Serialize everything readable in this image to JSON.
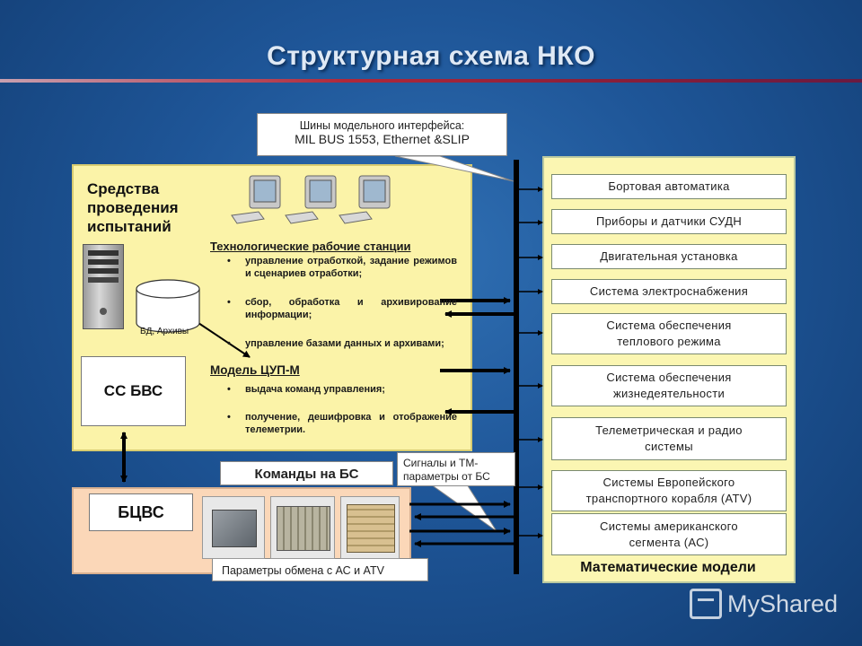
{
  "title": "Структурная схема НКО",
  "callouts": {
    "bus": [
      "Шины модельного интерфейса:",
      "MIL BUS 1553, Ethernet &SLIP"
    ],
    "signals": [
      "Сигналы и ТМ-",
      "параметры от БС"
    ],
    "commands": "Команды на БС",
    "params": "Параметры обмена с АС  и ATV"
  },
  "left_panel": {
    "heading": [
      "Средства",
      "проведения",
      "испытаний"
    ],
    "db_label": "БД, Архивы",
    "workstations_title": "Технологические рабочие станции",
    "workstations_items": [
      "управление отработкой, задание режимов и сценариев отработки;",
      "сбор, обработка и архивирование информации;",
      "управление базами данных и архивами;"
    ],
    "model_title": "Модель ЦУП-М",
    "model_items": [
      "выдача команд управления;",
      "получение, дешифровка и отображение телеметрии."
    ],
    "ss_bvs": "СС БВС"
  },
  "bottom_panel": {
    "label": "БЦВС"
  },
  "right_panel": {
    "items": [
      "Бортовая автоматика",
      "Приборы и датчики СУДН",
      "Двигательная установка",
      "Система электроснабжения",
      "Система обеспечения теплового режима",
      "Система обеспечения жизнедеятельности",
      "Телеметрическая и радио системы",
      "Системы Европейского транспортного корабля (ATV)",
      "Системы американского сегмента (АС)"
    ],
    "footer": "Математические модели"
  },
  "watermark": "MyShared",
  "colors": {
    "background": "#1e5597",
    "left_panel": "#fbf3a8",
    "right_panel": "#fbf6b2",
    "bottom_panel": "#fbd7b8",
    "bus": "#000000"
  }
}
